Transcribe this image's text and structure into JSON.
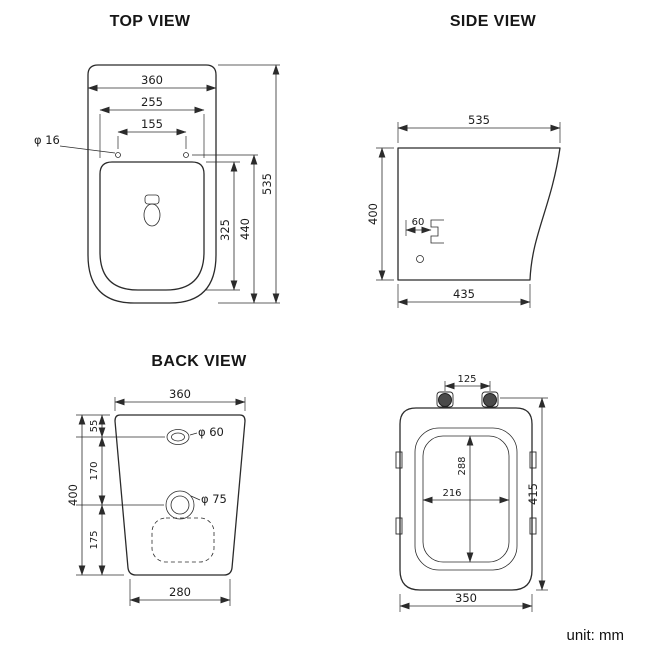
{
  "page": {
    "unit_label": "unit: mm"
  },
  "colors": {
    "ink": "#2b2b2b",
    "background": "#ffffff"
  },
  "views": {
    "top": {
      "title": "TOP VIEW",
      "dims": {
        "overall_width": "360",
        "seat_width": "255",
        "hole_spacing": "155",
        "hole_dia": "φ 16",
        "overall_length": "535",
        "length_to_holes": "440",
        "bowl_length": "325"
      }
    },
    "side": {
      "title": "SIDE VIEW",
      "dims": {
        "overall_depth": "535",
        "height": "400",
        "bracket_offset": "60",
        "base_depth": "435"
      }
    },
    "back": {
      "title": "BACK VIEW",
      "dims": {
        "overall_width": "360",
        "inlet_offset": "55",
        "inlet_to_outlet": "170",
        "outlet_to_base": "175",
        "height": "400",
        "inlet_dia": "φ 60",
        "outlet_dia": "φ 75",
        "base_width": "280"
      }
    },
    "seat": {
      "dims": {
        "hinge_spacing": "125",
        "opening_length": "288",
        "opening_width": "216",
        "overall_length": "415",
        "overall_width": "350"
      }
    }
  }
}
